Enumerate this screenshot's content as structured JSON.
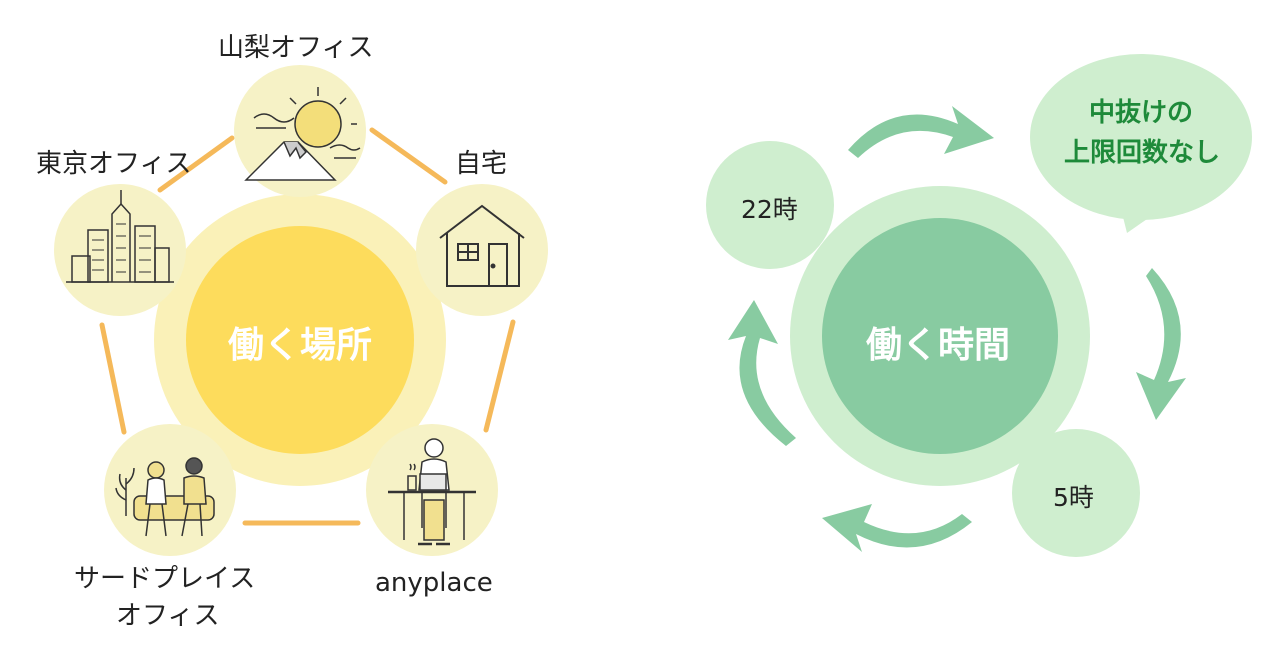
{
  "workplace": {
    "center_label": "働く場所",
    "nodes": {
      "yamanashi": "山梨オフィス",
      "home": "自宅",
      "tokyo": "東京オフィス",
      "third_place_line1": "サードプレイス",
      "third_place_line2": "オフィス",
      "anyplace": "anyplace"
    },
    "colors": {
      "center": "#fddc5c",
      "ring": "#faf1b8",
      "node": "#f6f2c6",
      "connector": "#f5b95a"
    }
  },
  "worktime": {
    "center_label": "働く時間",
    "start_time": "22時",
    "end_time": "5時",
    "bubble_line1": "中抜けの",
    "bubble_line2": "上限回数なし",
    "colors": {
      "center": "#88cba1",
      "ring": "#cfeecf",
      "arrow": "#88cba1",
      "bubble_text": "#1e8a3a"
    }
  }
}
